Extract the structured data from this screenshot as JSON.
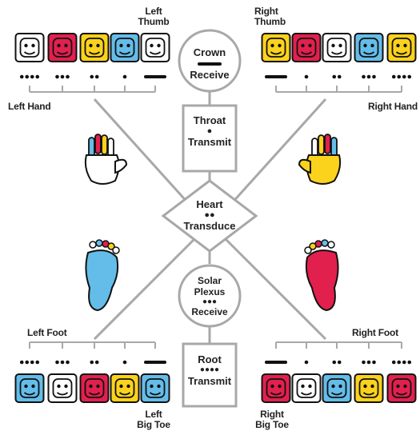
{
  "colors": {
    "white": "#ffffff",
    "red": "#e2204e",
    "yellow": "#fbd21c",
    "blue": "#64bde9",
    "line": "#a8a8a8",
    "black": "#111111"
  },
  "labels": {
    "left_thumb": [
      "Left",
      "Thumb"
    ],
    "right_thumb": [
      "Right",
      "Thumb"
    ],
    "left_hand": "Left Hand",
    "right_hand": "Right Hand",
    "left_foot": "Left Foot",
    "right_foot": "Right Foot",
    "left_big_toe": [
      "Left",
      "Big Toe"
    ],
    "right_big_toe": [
      "Right",
      "Big Toe"
    ]
  },
  "nodes": {
    "crown": {
      "title": "Crown",
      "role": "Receive"
    },
    "throat": {
      "title": "Throat",
      "role": "Transmit"
    },
    "heart": {
      "title": "Heart",
      "role": "Transduce"
    },
    "solar": {
      "title": [
        "Solar",
        "Plexus"
      ],
      "role": "Receive"
    },
    "root": {
      "title": "Root",
      "role": "Transmit"
    }
  },
  "glyph_rows": {
    "left_hand": [
      {
        "color": "white",
        "icon": "wind-glyph-icon",
        "dots": 4,
        "bar": false
      },
      {
        "color": "red",
        "icon": "night-glyph-icon",
        "dots": 3,
        "bar": false
      },
      {
        "color": "yellow",
        "icon": "seed-glyph-icon",
        "dots": 2,
        "bar": false
      },
      {
        "color": "blue",
        "icon": "eagle-glyph-icon",
        "dots": 1,
        "bar": false
      },
      {
        "color": "white",
        "icon": "mirror-glyph-icon",
        "dots": 0,
        "bar": true
      }
    ],
    "right_hand": [
      {
        "color": "yellow",
        "icon": "warrior-glyph-icon",
        "dots": 0,
        "bar": true
      },
      {
        "color": "red",
        "icon": "earth-glyph-icon",
        "dots": 1,
        "bar": false
      },
      {
        "color": "white",
        "icon": "dog-glyph-icon",
        "dots": 2,
        "bar": false
      },
      {
        "color": "blue",
        "icon": "hand-glyph-icon",
        "dots": 3,
        "bar": false
      },
      {
        "color": "yellow",
        "icon": "human-glyph-icon",
        "dots": 4,
        "bar": false
      }
    ],
    "left_foot": [
      {
        "color": "blue",
        "icon": "storm-glyph-icon",
        "dots": 4,
        "bar": false
      },
      {
        "color": "white",
        "icon": "wizard-glyph-icon",
        "dots": 3,
        "bar": false
      },
      {
        "color": "red",
        "icon": "skywalker-glyph-icon",
        "dots": 2,
        "bar": false
      },
      {
        "color": "yellow",
        "icon": "sun-glyph-icon",
        "dots": 1,
        "bar": false
      },
      {
        "color": "blue",
        "icon": "monkey-glyph-icon",
        "dots": 0,
        "bar": true
      }
    ],
    "right_foot": [
      {
        "color": "red",
        "icon": "dragon-glyph-icon",
        "dots": 0,
        "bar": true
      },
      {
        "color": "white",
        "icon": "world-bridger-glyph-icon",
        "dots": 1,
        "bar": false
      },
      {
        "color": "blue",
        "icon": "star-glyph-icon",
        "dots": 2,
        "bar": false
      },
      {
        "color": "yellow",
        "icon": "star-seed-glyph-icon",
        "dots": 3,
        "bar": false
      },
      {
        "color": "red",
        "icon": "serpent-glyph-icon",
        "dots": 4,
        "bar": false
      }
    ]
  },
  "limbs": [
    {
      "name": "left-hand-icon",
      "color": "white",
      "kind": "hand"
    },
    {
      "name": "right-hand-icon",
      "color": "yellow",
      "kind": "hand"
    },
    {
      "name": "left-foot-icon",
      "color": "blue",
      "kind": "foot"
    },
    {
      "name": "right-foot-icon",
      "color": "red",
      "kind": "foot"
    }
  ]
}
